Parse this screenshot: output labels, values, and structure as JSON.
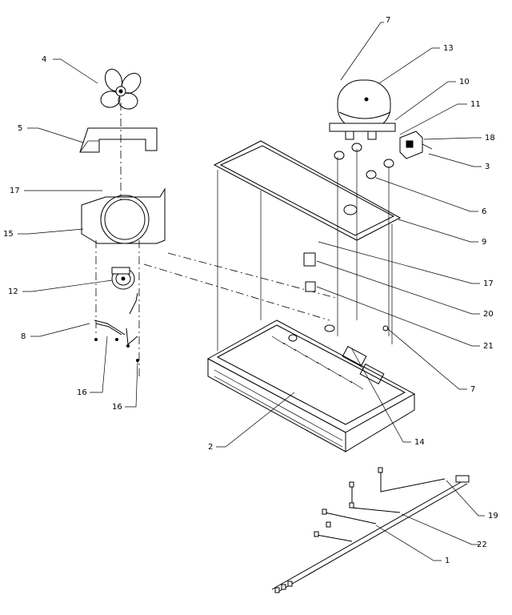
{
  "callouts": [
    {
      "id": "c1",
      "text": "1"
    },
    {
      "id": "c2",
      "text": "2"
    },
    {
      "id": "c3",
      "text": "3"
    },
    {
      "id": "c4",
      "text": "4"
    },
    {
      "id": "c5",
      "text": "5"
    },
    {
      "id": "c6",
      "text": "6"
    },
    {
      "id": "c7a",
      "text": "7"
    },
    {
      "id": "c7b",
      "text": "7"
    },
    {
      "id": "c8",
      "text": "8"
    },
    {
      "id": "c9",
      "text": "9"
    },
    {
      "id": "c10",
      "text": "10"
    },
    {
      "id": "c11",
      "text": "11"
    },
    {
      "id": "c12",
      "text": "12"
    },
    {
      "id": "c13",
      "text": "13"
    },
    {
      "id": "c14",
      "text": "14"
    },
    {
      "id": "c15",
      "text": "15"
    },
    {
      "id": "c16a",
      "text": "16"
    },
    {
      "id": "c16b",
      "text": "16"
    },
    {
      "id": "c17a",
      "text": "17"
    },
    {
      "id": "c17b",
      "text": "17"
    },
    {
      "id": "c18",
      "text": "18"
    },
    {
      "id": "c19",
      "text": "19"
    },
    {
      "id": "c20",
      "text": "20"
    },
    {
      "id": "c21",
      "text": "21"
    },
    {
      "id": "c22",
      "text": "22"
    }
  ]
}
